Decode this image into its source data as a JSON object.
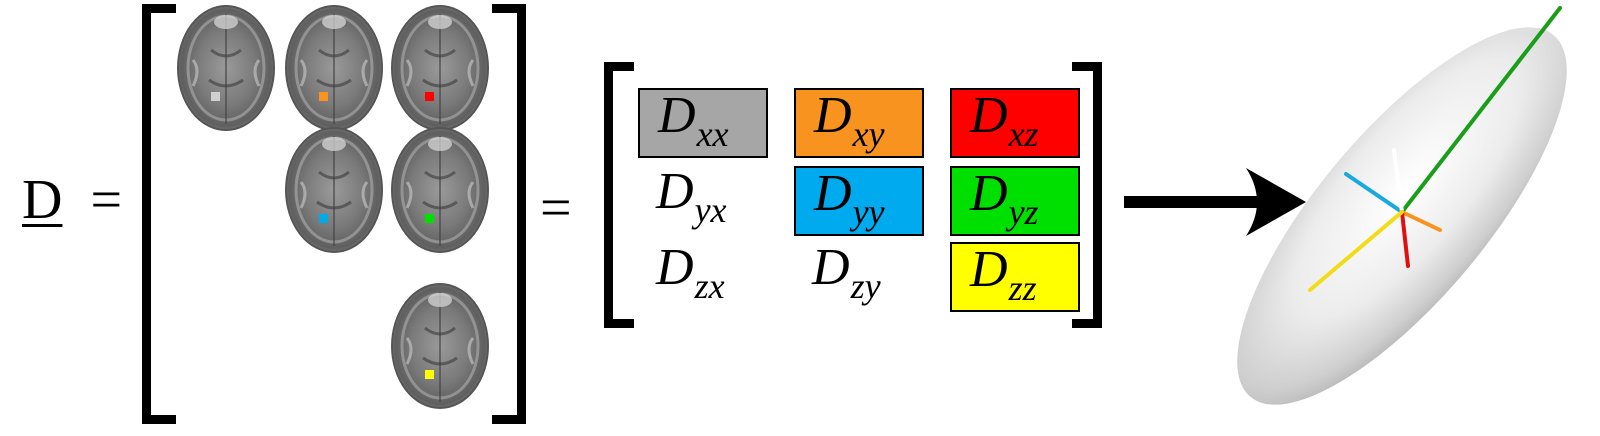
{
  "equation": {
    "lhs_symbol": "D",
    "equals_left": "=",
    "equals_right": "="
  },
  "brain_grid": [
    {
      "row": 0,
      "col": 0,
      "marker_color": "#d0d0d0"
    },
    {
      "row": 0,
      "col": 1,
      "marker_color": "#f7931e"
    },
    {
      "row": 0,
      "col": 2,
      "marker_color": "#ff0000"
    },
    {
      "row": 1,
      "col": 1,
      "marker_color": "#00a9e8"
    },
    {
      "row": 1,
      "col": 2,
      "marker_color": "#00e000"
    },
    {
      "row": 2,
      "col": 2,
      "marker_color": "#ffff00"
    }
  ],
  "tensor": {
    "rows": [
      [
        {
          "main": "D",
          "sub": "xx",
          "fill": "#a6a6a6",
          "boxed": true
        },
        {
          "main": "D",
          "sub": "xy",
          "fill": "#f7931e",
          "boxed": true
        },
        {
          "main": "D",
          "sub": "xz",
          "fill": "#ff0000",
          "boxed": true
        }
      ],
      [
        {
          "main": "D",
          "sub": "yx",
          "fill": "",
          "boxed": false
        },
        {
          "main": "D",
          "sub": "yy",
          "fill": "#00aaee",
          "boxed": true
        },
        {
          "main": "D",
          "sub": "yz",
          "fill": "#00e000",
          "boxed": true
        }
      ],
      [
        {
          "main": "D",
          "sub": "zx",
          "fill": "",
          "boxed": false
        },
        {
          "main": "D",
          "sub": "zy",
          "fill": "",
          "boxed": false
        },
        {
          "main": "D",
          "sub": "zz",
          "fill": "#ffff00",
          "boxed": true
        }
      ]
    ]
  },
  "ellipsoid": {
    "axis_colors": {
      "primary": "#1a9e1a",
      "blue": "#1aa8e0",
      "white": "#ffffff",
      "orange": "#f7931e",
      "red": "#e01010",
      "yellow": "#f2dc1a"
    }
  }
}
